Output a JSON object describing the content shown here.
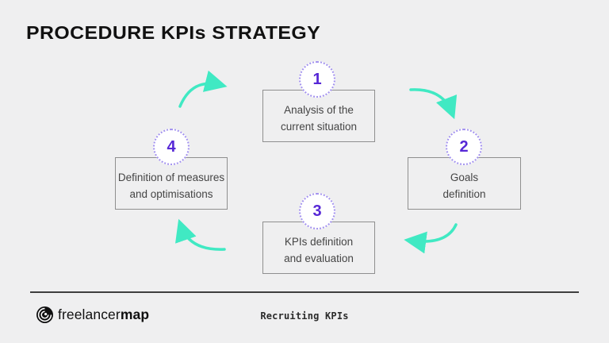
{
  "title": "PROCEDURE KPIs STRATEGY",
  "steps": [
    {
      "number": "1",
      "line1": "Analysis of the",
      "line2": "current situation"
    },
    {
      "number": "2",
      "line1": "Goals",
      "line2": "definition"
    },
    {
      "number": "3",
      "line1": "KPIs definition",
      "line2": "and evaluation"
    },
    {
      "number": "4",
      "line1": "Definition of measures",
      "line2": "and optimisations"
    }
  ],
  "footer": {
    "logo_regular": "freelancer",
    "logo_bold": "map",
    "caption": "Recruiting KPIs"
  },
  "colors": {
    "background": "#EFEFF0",
    "arrow": "#40E9C3",
    "step_number": "#5627D6",
    "circle_border": "#A493EF",
    "box_border": "#8F8F8F",
    "title_text": "#111111",
    "box_text": "#454545",
    "divider": "#3E3E3E"
  }
}
